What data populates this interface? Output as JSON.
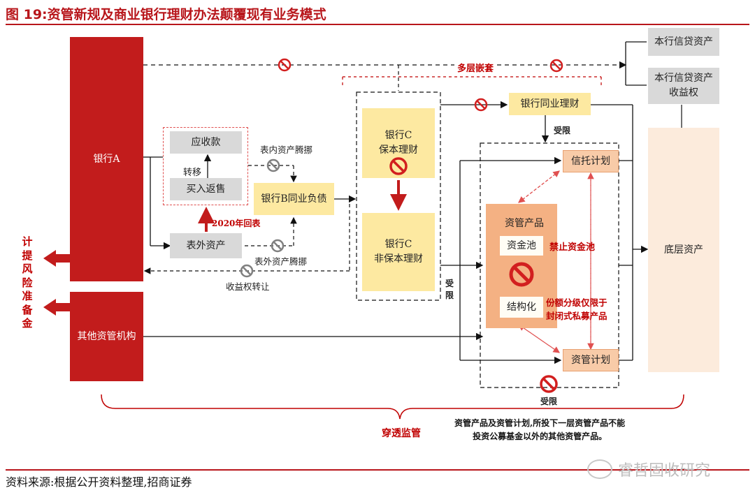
{
  "title": "图 19:资管新规及商业银行理财办法颠覆现有业务模式",
  "source": "资料来源:根据公开资料整理,招商证券",
  "watermark": "睿哲固收研究",
  "boxes": {
    "bank_a": "银行A",
    "other_am": "其他资管机构",
    "receivables": "应收款",
    "transfer": "转移",
    "reverse_repo": "买入返售",
    "off_balance": "表外资产",
    "bank_b_liab": "银行B同业负债",
    "bank_c_guaranteed": "银行C\n保本理财",
    "bank_c_nonguaranteed": "银行C\n非保本理财",
    "interbank_wm": "银行同业理财",
    "own_credit_assets": "本行信贷资产",
    "own_credit_income_rights": "本行信贷资产\n收益权",
    "underlying_assets": "底层资产",
    "trust_plan": "信托计划",
    "am_product": "资管产品",
    "cash_pool": "资金池",
    "structured": "结构化",
    "am_plan": "资管计划"
  },
  "labels": {
    "multi_layer_nesting": "多层嵌套",
    "on_balance_shift": "表内资产腾挪",
    "off_balance_shift": "表外资产腾挪",
    "income_rights_transfer": "收益权转让",
    "return_2020": "2020年回表",
    "restricted_1": "受限",
    "restricted_2": "受\n限",
    "restricted_3": "受限",
    "ban_cash_pool": "禁止资金池",
    "tranche_limit": "份额分级仅限于\n封闭式私募产品",
    "penetrating_supervision": "穿透监管",
    "provision_side": "计提风险准备金",
    "bottom_note": "资管产品及资管计划,所投下一层资管产品不能\n投资公募基金以外的其他资管产品。"
  },
  "colors": {
    "accent_red": "#c21c1c",
    "title_red": "#b8161b",
    "gray_box": "#d9d9d9",
    "yellow_box": "#fde9a1",
    "peach_box": "#f4b183",
    "pale_box": "#fcebdc"
  },
  "icons": [
    "prohibited-icon",
    "blocked-circle-icon",
    "arrow-icon"
  ]
}
